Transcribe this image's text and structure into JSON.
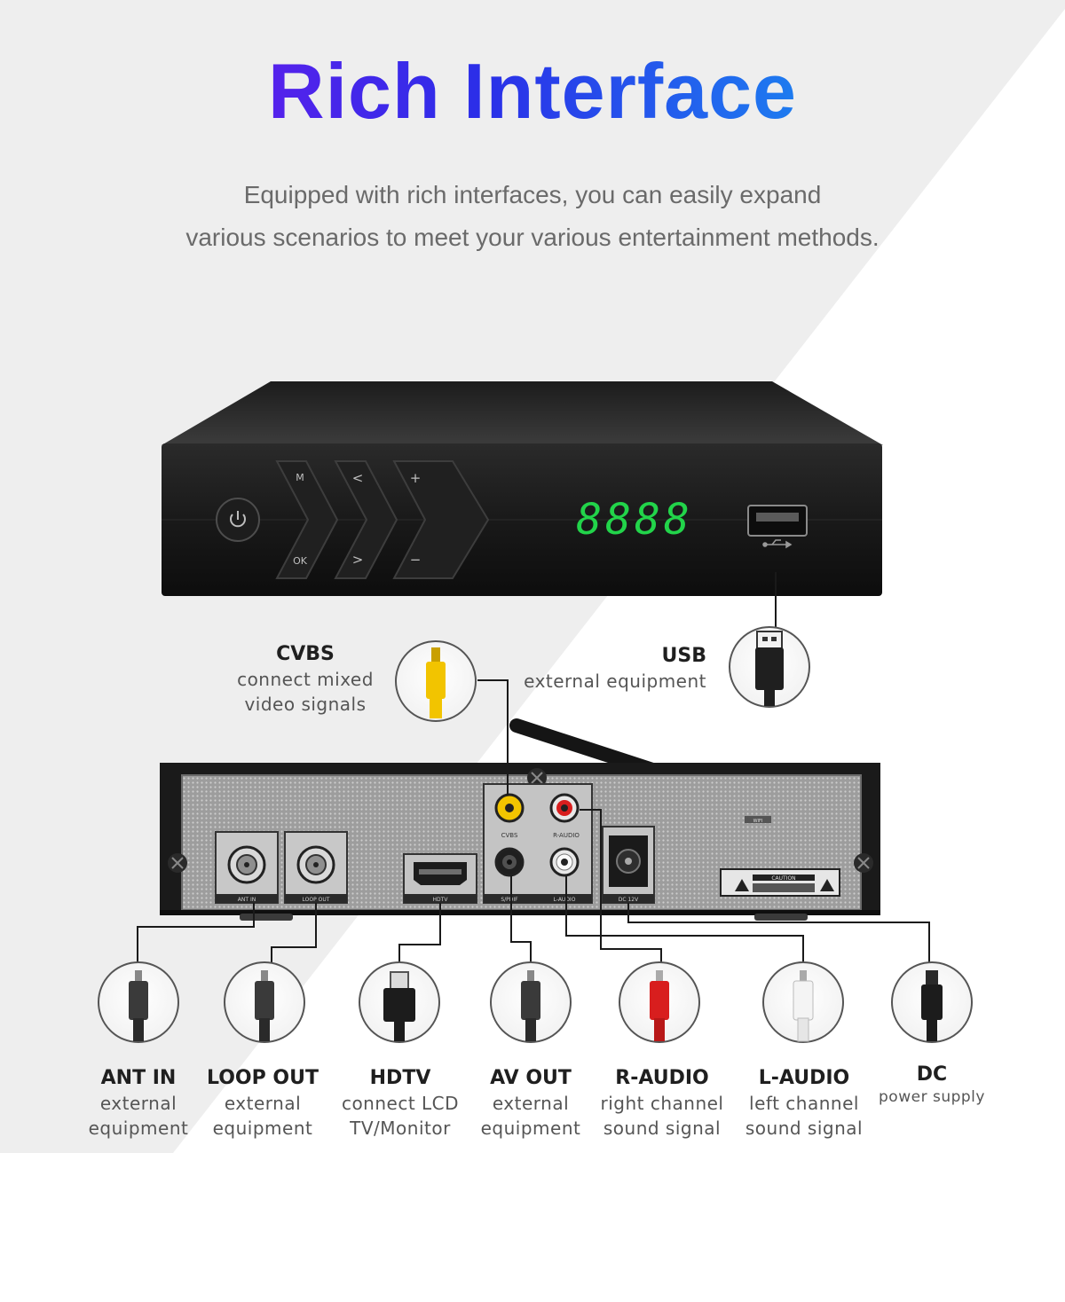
{
  "header": {
    "title": "Rich Interface",
    "subtitle_line1": "Equipped with rich interfaces, you can easily expand",
    "subtitle_line2": "various scenarios to meet your various entertainment methods."
  },
  "front_panel": {
    "buttons": [
      "M",
      "<",
      "+",
      "OK",
      ">",
      "−"
    ],
    "display": "8888"
  },
  "rear_panel": {
    "port_labels": [
      "ANT IN",
      "LOOP OUT",
      "HDTV",
      "CVBS",
      "R-AUDIO",
      "S/PDIF",
      "L-AUDIO",
      "DC 12V",
      "CAUTION",
      "WIFI"
    ]
  },
  "top_labels": {
    "cvbs": {
      "name": "CVBS",
      "desc1": "connect mixed",
      "desc2": "video signals"
    },
    "usb": {
      "name": "USB",
      "desc1": "external equipment"
    }
  },
  "connectors": [
    {
      "name": "ANT IN",
      "desc1": "external",
      "desc2": "equipment"
    },
    {
      "name": "LOOP OUT",
      "desc1": "external",
      "desc2": "equipment"
    },
    {
      "name": "HDTV",
      "desc1": "connect LCD",
      "desc2": "TV/Monitor"
    },
    {
      "name": "AV OUT",
      "desc1": "external",
      "desc2": "equipment"
    },
    {
      "name": "R-AUDIO",
      "desc1": "right channel",
      "desc2": "sound signal"
    },
    {
      "name": "L-AUDIO",
      "desc1": "left channel",
      "desc2": "sound signal"
    },
    {
      "name": "DC",
      "desc1": "power supply",
      "desc2": ""
    }
  ],
  "colors": {
    "title_gradient": [
      "#8a12f0",
      "#2b2ee8",
      "#12c1ee"
    ],
    "display_green": "#22d44a",
    "cvbs_yellow": "#f2c400",
    "r_audio_red": "#d81e1e",
    "l_audio_white": "#f2f2f2"
  }
}
